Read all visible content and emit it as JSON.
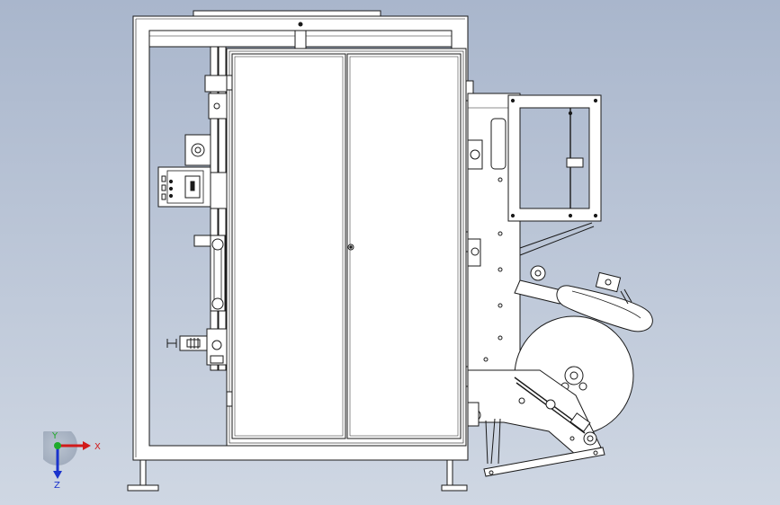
{
  "viewport": {
    "background_top": "#a9b6cc",
    "background_bottom": "#cfd7e3",
    "line_color": "#1a1a1a",
    "part_fill": "#ffffff"
  },
  "triad": {
    "x_label": "X",
    "y_label": "Y",
    "z_label": "Z",
    "x_color": "#d11a1a",
    "y_color": "#1faa2a",
    "z_color": "#1a33cc"
  }
}
